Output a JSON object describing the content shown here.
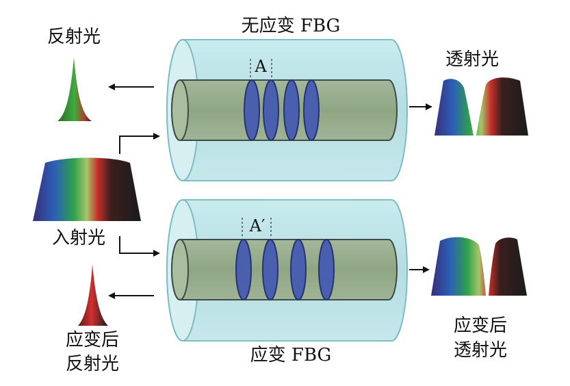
{
  "labels": {
    "top_title": "无应变 FBG",
    "bottom_title": "应变 FBG",
    "reflected": "反射光",
    "transmitted": "透射光",
    "incident": "入射光",
    "strained_reflected_line1": "应变后",
    "strained_reflected_line2": "反射光",
    "strained_transmitted_line1": "应变后",
    "strained_transmitted_line2": "透射光",
    "period_top": "A",
    "period_bottom": "A′"
  },
  "colors": {
    "cladding": "#bfe3e6",
    "cladding_edge": "#7fbcc4",
    "core": "#97ad8c",
    "core_edge": "#3e4a46",
    "grating": "#4a5fae",
    "grating_edge": "#26336e",
    "arrow": "#111111"
  }
}
